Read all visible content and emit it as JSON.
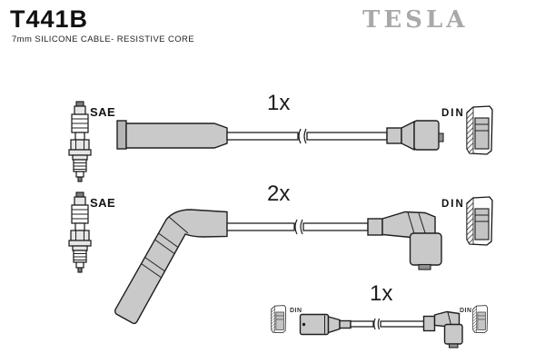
{
  "header": {
    "part_number": "T441B",
    "subtitle": "7mm SILICONE CABLE- RESISTIVE CORE",
    "brand": "TESLA"
  },
  "colors": {
    "boot_fill": "#c9c9c9",
    "outline": "#1f1f1f",
    "brand_gray": "#a9a9a9",
    "cable_fill": "#ffffff",
    "background": "#ffffff"
  },
  "icons": {
    "plug_end": "spark-plug-icon",
    "coil_end": "din-terminal-icon"
  },
  "rows": [
    {
      "quantity": "1x",
      "left_label": "SAE",
      "right_label": "DIN"
    },
    {
      "quantity": "2x",
      "left_label": "SAE",
      "right_label": "DIN"
    },
    {
      "quantity": "1x",
      "left_label": "DIN",
      "right_label": "DIN"
    }
  ]
}
